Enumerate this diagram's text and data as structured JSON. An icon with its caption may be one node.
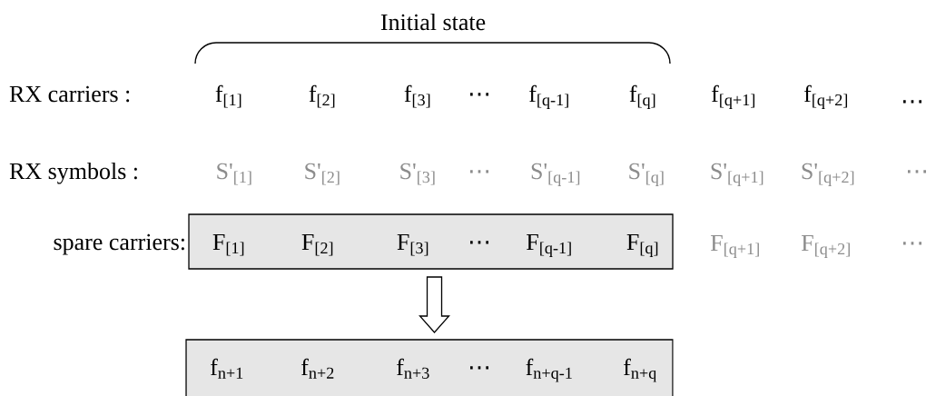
{
  "diagram": {
    "nodes": [
      {
        "text": [
          "F$_{[1]}$",
          "F$_{[2]}$",
          "F$_{[3]}$",
          "⋯",
          "F$_{[q-1]}$",
          "F$_{[q]}$"
        ],
        "beside": [
          "spare carriers:"
        ]
      },
      {
        "text": [
          "f$_{n+1}$",
          "f$_{n+2}$",
          "f$_{n+3}$",
          "⋯",
          "f$_{n+q-1}$",
          "f$_{n+q}$"
        ]
      }
    ],
    "edges": [
      {
        "from": 0,
        "to": 1,
        "arrow": "to"
      }
    ],
    "labels": [
      "Initial state",
      "RX carriers :",
      "f$_{[1]}$",
      "f$_{[2]}$",
      "f$_{[3]}$",
      "⋯",
      "f$_{[q-1]}$",
      "f$_{[q]}$",
      "f$_{[q+1]}$",
      "f$_{[q+2]}$",
      "⋯",
      "RX symbols :",
      "S'$_{[1]}$",
      "S'$_{[2]}$",
      "S'$_{[3]}$",
      "⋯",
      "S'$_{[q-1]}$",
      "S'$_{[q]}$",
      "S'$_{[q+1]}$",
      "S'$_{[q+2]}$",
      "⋯",
      "F$_{[q+1]}$",
      "F$_{[q+2]}$",
      "⋯"
    ]
  }
}
